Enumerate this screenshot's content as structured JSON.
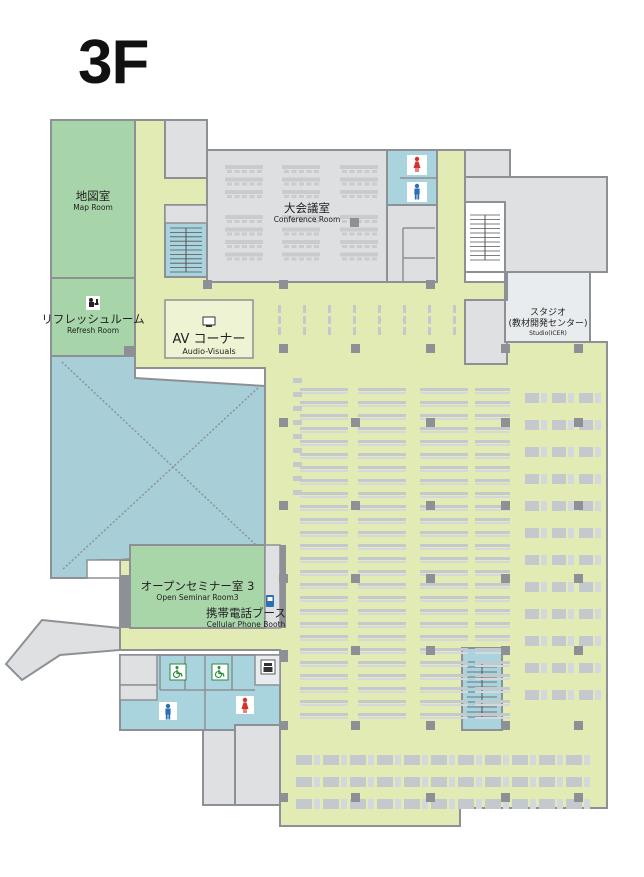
{
  "floor": {
    "label": "3F"
  },
  "rooms": {
    "map_room": {
      "jp": "地図室",
      "en": "Map Room"
    },
    "refresh_room": {
      "jp": "リフレッシュルーム",
      "en": "Refresh Room"
    },
    "conference_room": {
      "jp": "大会議室",
      "en": "Conference Room"
    },
    "av_corner": {
      "jp": "AV コーナー",
      "en": "Audio-Visuals"
    },
    "studio": {
      "jp": "スタジオ",
      "jp2": "(教材開発センター)",
      "en": "Studio(ICER)"
    },
    "open_seminar": {
      "jp": "オープンセミナー室 3",
      "en": "Open Seminar Room3"
    },
    "phone_booth": {
      "jp": "携帯電話ブース",
      "en": "Cellular Phone Booth"
    }
  },
  "icons": {
    "toilet_female": "woman-toilet-icon",
    "toilet_male": "man-toilet-icon",
    "accessible": "wheelchair-icon",
    "phone": "mobile-phone-icon",
    "copier": "copier-icon",
    "refresh": "refresh-lounge-icon",
    "av": "monitor-icon"
  },
  "colors": {
    "floor_area": "#e3ebb5",
    "wall": "#8d9196",
    "wall_fill": "#dfe0e2",
    "map_room": "#a7d5a9",
    "seminar": "#a9d6a9",
    "atrium": "#a8cfd8",
    "service": "#a9d4de",
    "conference": "#dddfe1",
    "female": "#d4322c",
    "male": "#2c6fb4",
    "accessible": "#2a8a3c"
  }
}
